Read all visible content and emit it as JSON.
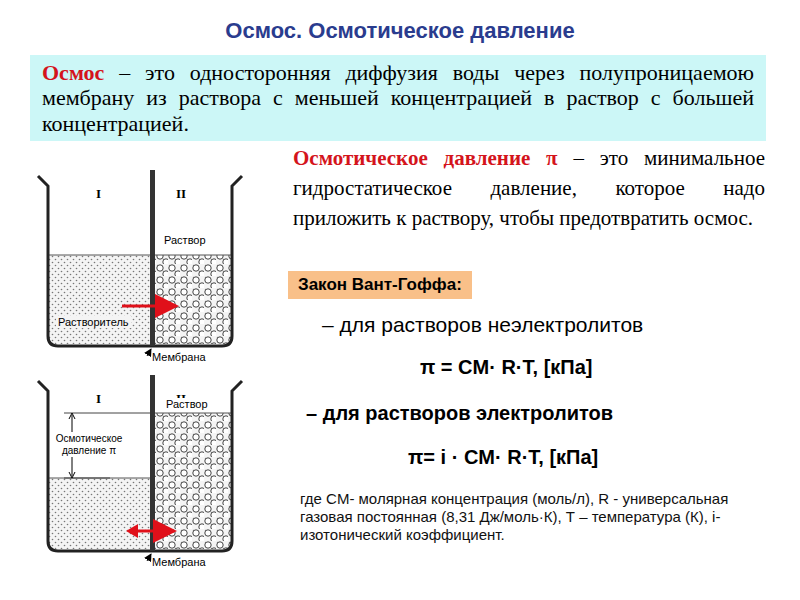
{
  "diagram": {
    "title": "Осмос. Осмотическое давление",
    "nodes": [
      {
        "text": [
          "Осмос",
          "– это односторонняя диффузия воды через полупроницаемою мембрану из раствора с меньшей концентрацией в раствор с большей концентрацией."
        ]
      },
      {
        "text": [
          "Закон Вант-Гоффа:"
        ]
      }
    ],
    "labels": [
      "I",
      "II",
      "Раствор",
      "Растворитель",
      "Мембрана",
      "I",
      "II",
      "Осмотическое давление π",
      "Раствор",
      "Мембрана",
      "Осмотическое давление π",
      "– это минимальное гидростатическое давление, которое надо приложить к раствору, чтобы предотвратить осмос.",
      "– для растворов неэлектролитов",
      "π = CM· R·T, [кПа]",
      "– для растворов электролитов",
      "π= i · CM· R·T, [кПа]",
      "где CM- молярная концентрация (моль/л), R - универсальная газовая постоянная (8,31 Дж/моль·К), Т – температура (К), i-изотонический коэффициент."
    ]
  }
}
